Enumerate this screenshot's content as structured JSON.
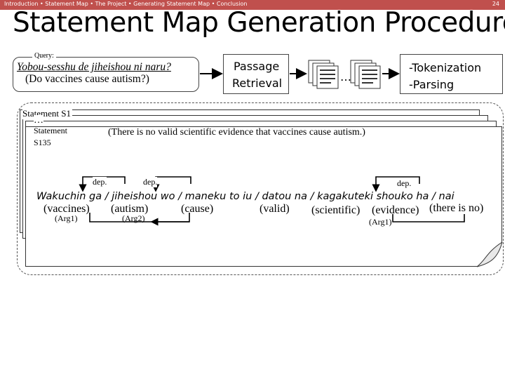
{
  "header": {
    "breadcrumb": "Introduction • Statement Map • The Project • Generating Statement Map • Conclusion",
    "page_number": "24"
  },
  "title": "Statement Map Generation Procedure",
  "query": {
    "label": "Query:",
    "japanese": "Yobou-sesshu de jiheishou ni naru?",
    "english": "(Do vaccines cause autism?)"
  },
  "pipeline": {
    "passage_retrieval": [
      "Passage",
      "Retrieval"
    ],
    "ellipsis": "…",
    "processing": [
      "-Tokenization",
      "-Parsing"
    ]
  },
  "statements": {
    "first": "Statement S1",
    "dots": "…",
    "last_label": [
      "Statement",
      "S135"
    ],
    "sentence_english": "(There is no valid scientific evidence that vaccines cause autism.)",
    "dep_labels": [
      "dep.",
      "dep.",
      "dep."
    ],
    "japanese_parse": "Wakuchin ga / jiheishou wo / maneku to iu / datou na / kagakuteki shouko ha / nai",
    "glosses": [
      "(vaccines)",
      "(autism)",
      "(cause)",
      "(valid)",
      "(scientific)",
      "(evidence)",
      "(there is no)"
    ],
    "args": [
      "(Arg1)",
      "(Arg2)",
      "(Arg1)"
    ]
  }
}
